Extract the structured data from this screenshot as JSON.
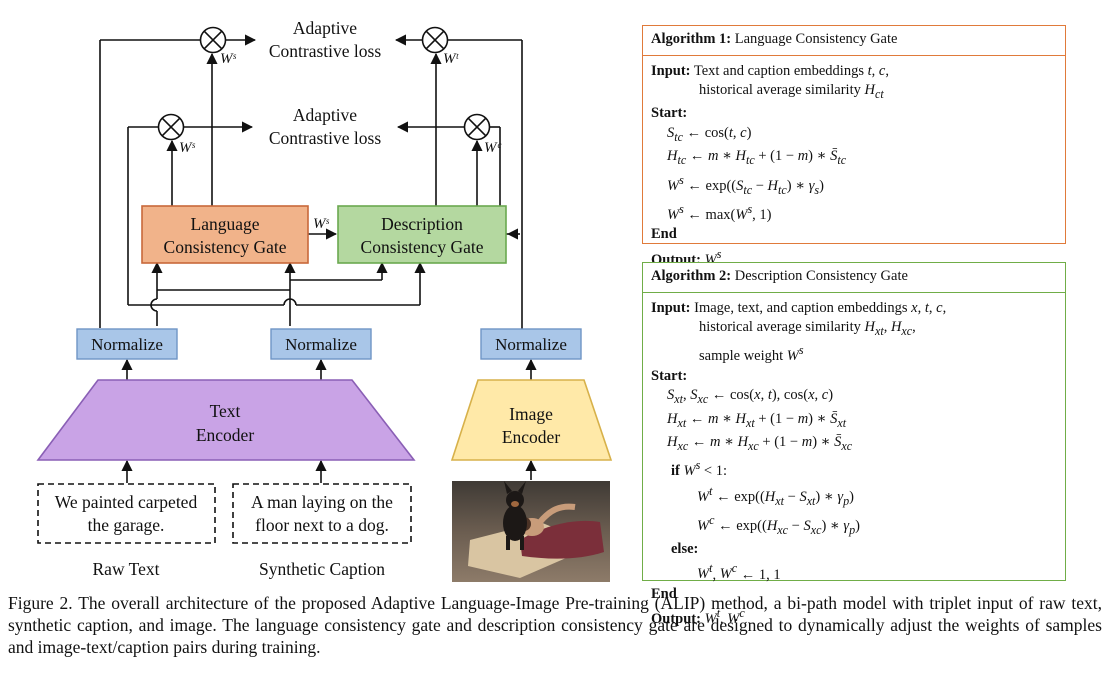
{
  "diagram": {
    "loss_top": [
      "Adaptive",
      "Contrastive loss"
    ],
    "loss_mid": [
      "Adaptive",
      "Contrastive loss"
    ],
    "w_s": "Wˢ",
    "w_t": "Wᵗ",
    "w_c": "Wᶜ",
    "lcg_label": [
      "Language",
      "Consistency Gate"
    ],
    "dcg_label": [
      "Description",
      "Consistency Gate"
    ],
    "normalize": "Normalize",
    "text_encoder": [
      "Text",
      "Encoder"
    ],
    "image_encoder": [
      "Image",
      "Encoder"
    ],
    "raw_text_sample": [
      "We painted carpeted",
      "the garage."
    ],
    "caption_sample": [
      "A man laying on the",
      "floor next to a dog."
    ],
    "raw_text_label": "Raw Text",
    "synthetic_caption_label": "Synthetic Caption",
    "colors": {
      "lcg_fill": "#f1b38a",
      "lcg_border": "#c8683a",
      "dcg_fill": "#b4d8a0",
      "dcg_border": "#6aa84f",
      "normalize_fill": "#a9c6e8",
      "text_encoder_fill": "#c9a3e6",
      "image_encoder_fill": "#ffe9a8"
    }
  },
  "algorithm1": {
    "title_bold": "Algorithm 1:",
    "title": "Language Consistency Gate",
    "lines": [
      "Input: Text and caption embeddings t, c,",
      "historical average similarity H_ct",
      "Start:",
      "S_tc ← cos(t, c)",
      "H_tc ← m ∗ H_tc + (1 − m) ∗ S̄_tc",
      "Wˢ ← exp((S_tc − H_tc) ∗ γ_s)",
      "Wˢ ← max(Wˢ, 1)",
      "End",
      "Output: Wˢ"
    ]
  },
  "algorithm2": {
    "title_bold": "Algorithm 2:",
    "title": "Description Consistency Gate",
    "lines": [
      "Input: Image, text, and caption embeddings x, t, c,",
      "historical average similarity H_xt, H_xc,",
      "sample weight Wˢ",
      "Start:",
      "S_xt, S_xc ← cos(x, t), cos(x, c)",
      "H_xt ← m ∗ H_xt + (1 − m) ∗ S̄_xt",
      "H_xc ← m ∗ H_xc + (1 − m) ∗ S̄_xc",
      "if Wˢ < 1:",
      "Wᵗ ← exp((H_xt − S_xt) ∗ γ_p)",
      "Wᶜ ← exp((H_xc − S_xc) ∗ γ_p)",
      "else:",
      "Wᵗ, Wᶜ ← 1, 1",
      "End",
      "Output: Wᵗ, Wᶜ"
    ]
  },
  "caption": "Figure 2.   The overall architecture of the proposed Adaptive Language-Image Pre-training (ALIP) method, a bi-path model with triplet input of raw text, synthetic caption, and image. The language consistency gate and description consistency gate are designed to dynamically adjust the weights of samples and image-text/caption pairs during training."
}
